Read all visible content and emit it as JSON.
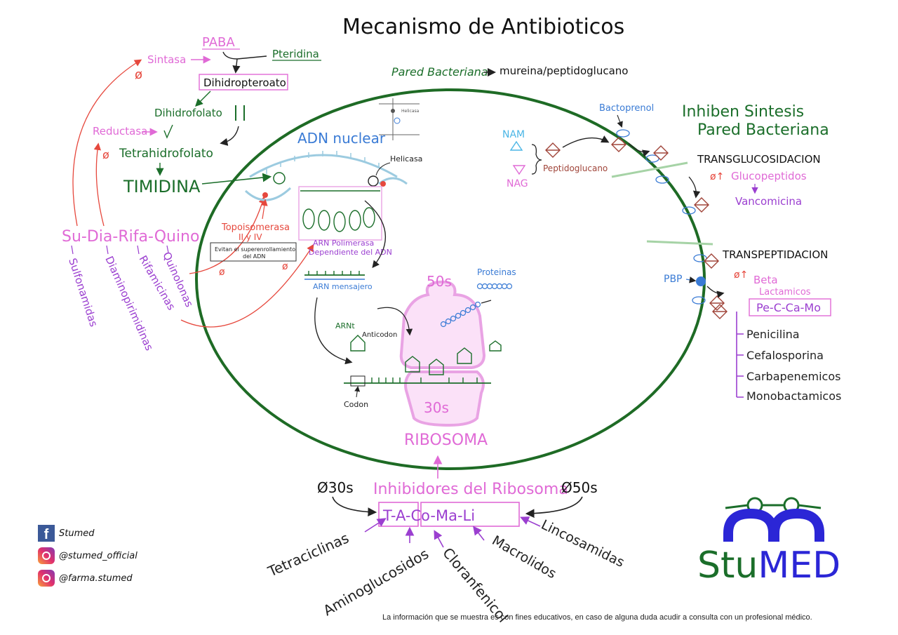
{
  "title": "Mecanismo de Antibioticos",
  "wall": {
    "label": "Pared Bacteriana",
    "arrow_text": "mureina/peptidoglucano"
  },
  "folate": {
    "paba": "PABA",
    "pteridina": "Pteridina",
    "sintasa": "Sintasa",
    "dihidropteroato": "Dihidropteroato",
    "dihidrofolato": "Dihidrofolato",
    "reductasa": "Reductasa",
    "tetrahidrofolato": "Tetrahidrofolato",
    "timidina": "TIMIDINA",
    "inhibit_symbol": "ø"
  },
  "mnemonic_left": {
    "mnemonic": "Su-Dia-Rifa-Quino",
    "sulfonamidas": "Sulfonamidas",
    "diaminopirimidinas": "Diaminopirimidinas",
    "rifamicinas": "Rifamicinas",
    "quinolonas": "Quinolonas"
  },
  "dna": {
    "adn_nuclear": "ADN nuclear",
    "helicasa": "Helicasa",
    "helicasa_small": "Helicasa",
    "topoisomerasa": "Topoisomerasa",
    "topo_types": "II y IV",
    "topo_note_1": "Evitan el superenrollamiento",
    "topo_note_2": "del ADN",
    "arn_pol_1": "ARN Polimerasa",
    "arn_pol_2": "Dependiente del ADN",
    "arn_mensajero": "ARN mensajero"
  },
  "ribosome": {
    "s50": "50s",
    "s30": "30s",
    "proteinas": "Proteinas",
    "arnt": "ARNt",
    "anticodon": "Anticodon",
    "codon": "Codon",
    "label": "RIBOSOMA"
  },
  "ribosome_inhibitors": {
    "title": "Inhibidores del Ribosoma",
    "phi30": "Ø30s",
    "phi50": "Ø50s",
    "mnemonic": "T-A-Co-Ma-Li",
    "tetraciclinas": "Tetraciclinas",
    "aminoglucosidos": "Aminoglucosidos",
    "cloranfenicol": "Cloranfenicol",
    "macrolidos": "Macrolidos",
    "lincosamidas": "Lincosamidas"
  },
  "cell_wall": {
    "header_1": "Inhiben Sintesis",
    "header_2": "Pared Bacteriana",
    "bactoprenol": "Bactoprenol",
    "nam": "NAM",
    "nag": "NAG",
    "peptidoglucano": "Peptidoglucano",
    "transglucosidacion": "TRANSGLUCOSIDACION",
    "glucopeptidos": "Glucopeptidos",
    "glucopeptidos_prefix": "ø↑",
    "vancomicina": "Vancomicina",
    "transpeptidacion": "TRANSPEPTIDACION",
    "pbp": "PBP",
    "beta_prefix": "ø↑",
    "beta": "Beta",
    "lactamicos": "Lactamicos",
    "mnemonic": "Pe-C-Ca-Mo",
    "drugs": [
      "Penicilina",
      "Cefalosporina",
      "Carbapenemicos",
      "Monobactamicos"
    ]
  },
  "social": {
    "facebook": "Stumed",
    "instagram_1": "@stumed_official",
    "instagram_2": "@farma.stumed"
  },
  "logo": {
    "stu": "Stu",
    "med": "MED"
  },
  "disclaimer": "La información que se muestra es con fines educativos, en caso de alguna duda acudir a consulta con un profesional médico.",
  "colors": {
    "green": "#1b6e2a",
    "pink": "#e06ad6",
    "purple": "#9b3fd0",
    "red": "#e6483d",
    "blue": "#3a7bd5",
    "brown": "#a0453a",
    "logo_blue": "#2b26d6"
  }
}
